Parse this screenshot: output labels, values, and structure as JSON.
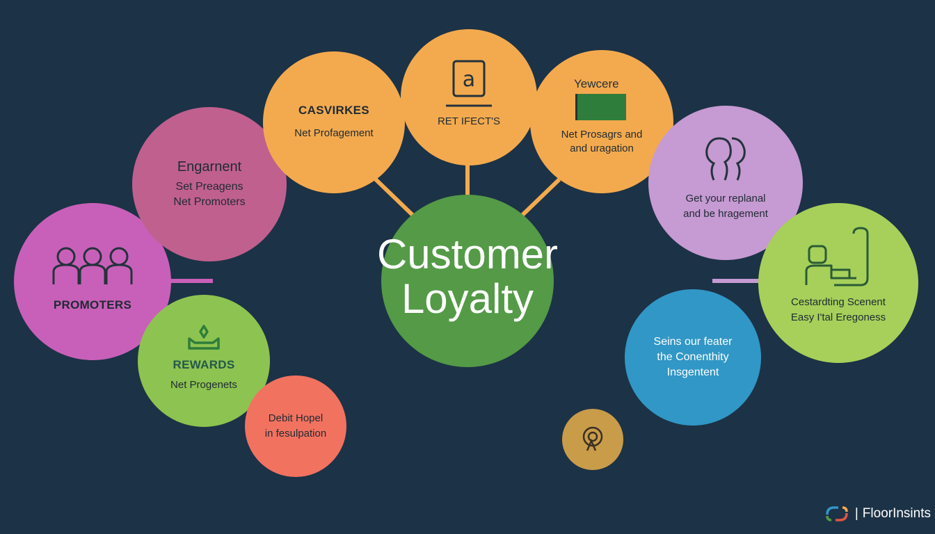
{
  "colors": {
    "background": "#1c3246",
    "magenta": "#c860b9",
    "rose": "#c0608f",
    "orange": "#f3aa4e",
    "lavender": "#c69ad2",
    "green_center": "#549a47",
    "lime": "#a6d05a",
    "green": "#8dc350",
    "coral": "#f27260",
    "blue": "#3197c6",
    "gold": "#c99c4a",
    "connector_orange": "#f3aa4e",
    "connector_pink": "#c860b9",
    "connector_lavender": "#c69ad2",
    "icon_dark": "#24323c",
    "icon_green": "#2e7d3a"
  },
  "center": {
    "line1": "Customer",
    "line2": "Loyalty"
  },
  "nodes": {
    "promoters": {
      "icon": "people-group-icon",
      "heading": "PROMOTERS"
    },
    "engagement": {
      "heading": "Engarnent",
      "line1": "Set Preagens",
      "line2": "Net Promoters"
    },
    "casvirkes": {
      "heading": "CASVIRKES",
      "line1": "Net Profagement"
    },
    "effects": {
      "icon": "document-at-icon",
      "line1": "RET IFECT'S"
    },
    "reward2": {
      "icon": "green-card-icon",
      "icon_label": "Yewcere",
      "line1": "Net Prosagrs and",
      "line2": "and uragation"
    },
    "replanal": {
      "icon": "two-heads-icon",
      "line1": "Get your replanal",
      "line2": "and be hragement"
    },
    "standing": {
      "icon": "user-laptop-icon",
      "line1": "Cestardting Scenent",
      "line2": "Easy I'tal Eregoness"
    },
    "rewards": {
      "icon": "crown-icon",
      "heading": "REWARDS",
      "line1": "Net Progenets"
    },
    "debit": {
      "line1": "Debit Hopel",
      "line2": "in fesulpation"
    },
    "connect": {
      "line1": "Seins our feater",
      "line2": "the Conenthity",
      "line3": "Insgentent"
    },
    "small": {
      "icon": "target-hand-icon"
    }
  },
  "brand": {
    "logo": "interlocking-logo-icon",
    "name": "FloorInsints"
  }
}
